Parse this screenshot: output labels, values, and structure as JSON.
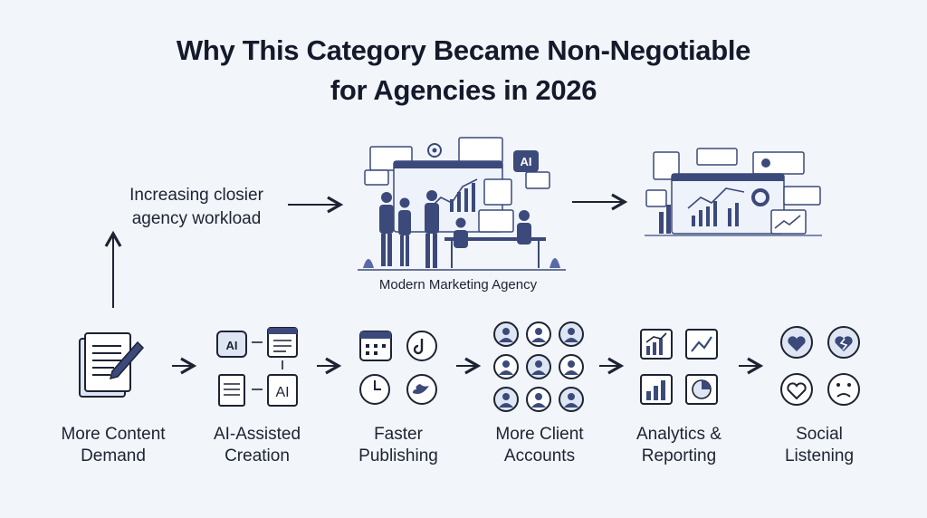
{
  "title": {
    "line1": "Why This Category Became Non-Negotiable",
    "line2": "for Agencies in 2026"
  },
  "workload": {
    "line1": "Increasing closier",
    "line2": "agency workload"
  },
  "agency": {
    "label": "Modern Marketing Agency",
    "ai_badge": "AI"
  },
  "steps": [
    {
      "line1": "More Content",
      "line2": "Demand",
      "icon": "document-pen-icon"
    },
    {
      "line1": "AI-Assisted",
      "line2": "Creation",
      "icon": "ai-workflow-icon",
      "badge": "AI"
    },
    {
      "line1": "Faster",
      "line2": "Publishing",
      "icon": "calendar-clock-social-icon"
    },
    {
      "line1": "More Client",
      "line2": "Accounts",
      "icon": "client-avatars-icon"
    },
    {
      "line1": "Analytics &",
      "line2": "Reporting",
      "icon": "charts-icon"
    },
    {
      "line1": "Social",
      "line2": "Listening",
      "icon": "sentiment-icon"
    }
  ],
  "colors": {
    "primary": "#3b4a7a",
    "accent": "#5a6aa8",
    "background": "#f2f5fa",
    "light": "#dfe6f3"
  }
}
